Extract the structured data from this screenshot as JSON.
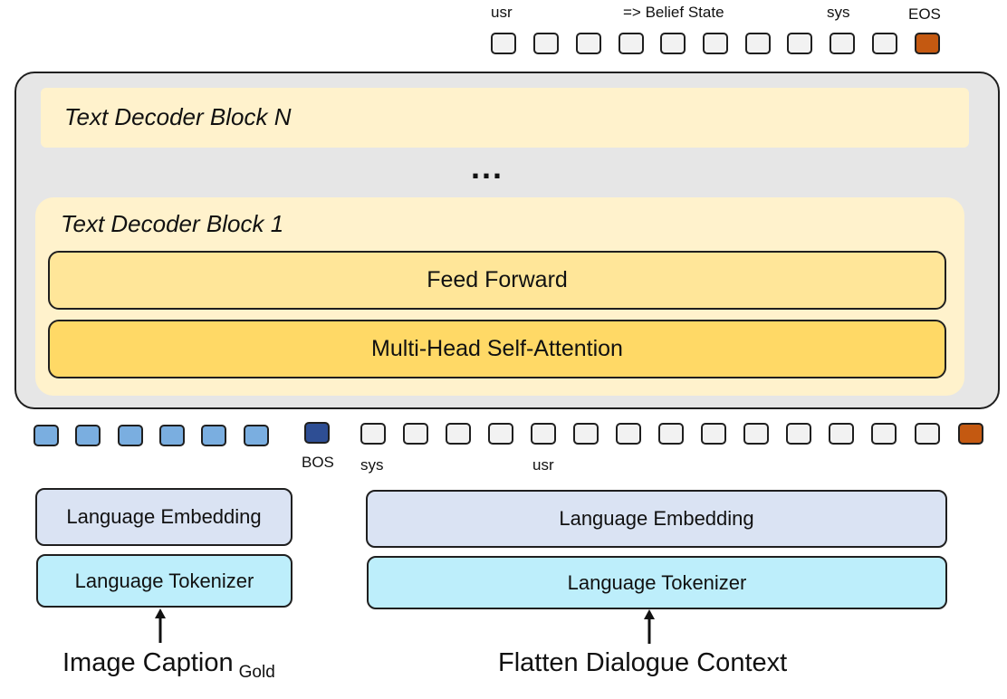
{
  "output_labels": {
    "usr": "usr",
    "belief": "=> Belief State",
    "sys": "sys",
    "eos": "EOS"
  },
  "decoder": {
    "block_n_title": "Text Decoder Block N",
    "ellipsis": "...",
    "block_1_title": "Text Decoder Block 1",
    "feed_forward": "Feed Forward",
    "attention": "Multi-Head Self-Attention"
  },
  "input_labels": {
    "bos": "BOS",
    "sys": "sys",
    "usr": "usr"
  },
  "left_stack": {
    "embedding": "Language Embedding",
    "tokenizer": "Language Tokenizer"
  },
  "right_stack": {
    "embedding": "Language Embedding",
    "tokenizer": "Language Tokenizer"
  },
  "captions": {
    "left": "Image Caption",
    "left_subscript": "Gold",
    "right": "Flatten Dialogue Context"
  },
  "colors": {
    "output_token": "#f2f2f2",
    "eos_token": "#c45911",
    "image_token": "#7aaee0",
    "bos_token": "#2e4e94",
    "decoder_bg": "#e6e6e6",
    "block_bg": "#fff2cc",
    "feed_forward": "#ffe699",
    "attention": "#ffd966",
    "embedding": "#dae3f3",
    "tokenizer": "#bdeefb"
  }
}
